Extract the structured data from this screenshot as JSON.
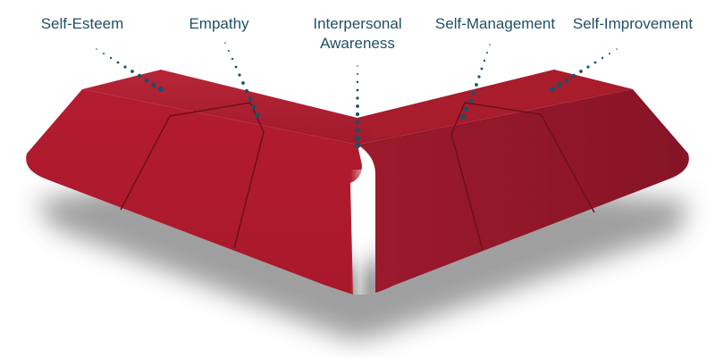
{
  "labels": {
    "self_esteem": "Self-Esteem",
    "empathy": "Empathy",
    "interpersonal_awareness_line1": "Interpersonal",
    "interpersonal_awareness_line2": "Awareness",
    "self_management": "Self-Management",
    "self_improvement": "Self-Improvement"
  },
  "colors": {
    "label_text": "#1f4f66",
    "leader_dots": "#1f4f66",
    "chevron_face": "#b01e30",
    "chevron_top": "#a81c2c",
    "chevron_side_dark": "#8a1628",
    "shadow": "#9a9a9a"
  }
}
